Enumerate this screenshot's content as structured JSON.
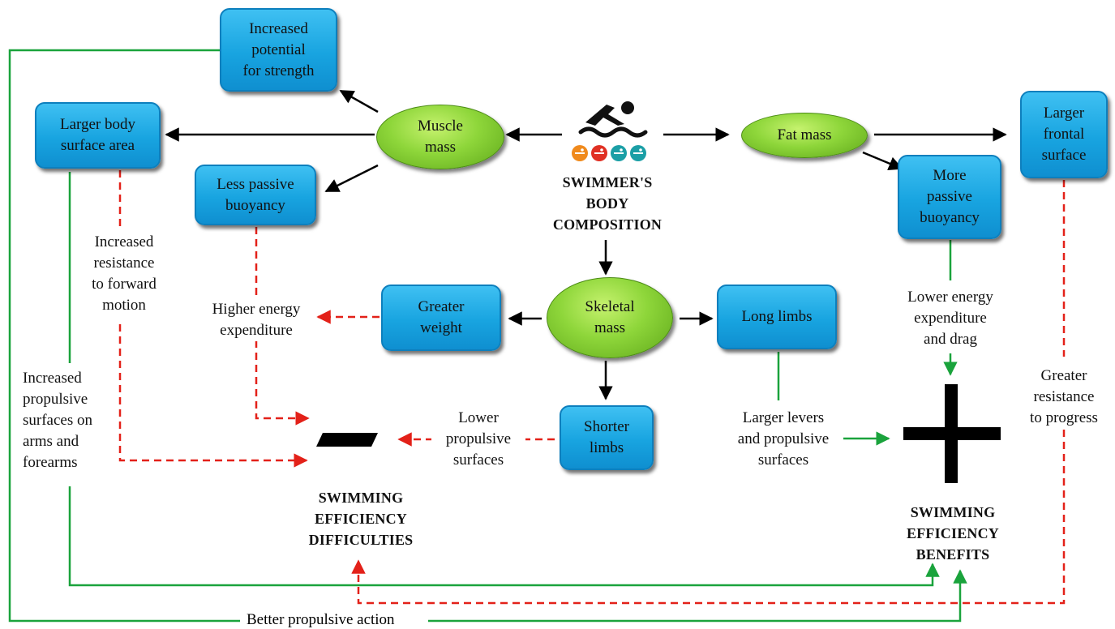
{
  "center": {
    "title": "SWIMMER'S\nBODY\nCOMPOSITION"
  },
  "nodes": {
    "muscle": "Muscle\nmass",
    "fat": "Fat mass",
    "skeletal": "Skeletal\nmass",
    "strength": "Increased\npotential\nfor strength",
    "surface_area": "Larger body\nsurface area",
    "less_buoyancy": "Less passive\nbuoyancy",
    "frontal": "Larger\nfrontal\nsurface",
    "more_buoyancy": "More\npassive\nbuoyancy",
    "greater_weight": "Greater\nweight",
    "long_limbs": "Long limbs",
    "shorter_limbs": "Shorter\nlimbs"
  },
  "labels": {
    "resistance_forward": "Increased\nresistance\nto forward\nmotion",
    "higher_energy": "Higher energy\nexpenditure",
    "propulsive_arms": "Increased\npropulsive\nsurfaces on\narms and\nforearms",
    "lower_propulsive": "Lower\npropulsive\nsurfaces",
    "larger_levers": "Larger levers\nand propulsive\nsurfaces",
    "lower_energy": "Lower energy\nexpenditure\nand drag",
    "greater_resistance": "Greater\nresistance\nto progress",
    "better_propulsive": "Better propulsive action"
  },
  "outcomes": {
    "difficulties": "SWIMMING\nEFFICIENCY\nDIFFICULTIES",
    "benefits": "SWIMMING\nEFFICIENCY\nBENEFITS"
  },
  "icons": {
    "logo": "swimmer-icon",
    "minus": "minus-sign-icon",
    "plus": "plus-sign-icon"
  },
  "colors": {
    "negative": "#e32119",
    "positive": "#1aa33c",
    "neutral": "#000000",
    "box_fill": "#18a4e0",
    "ellipse_fill": "#8ed63a"
  }
}
